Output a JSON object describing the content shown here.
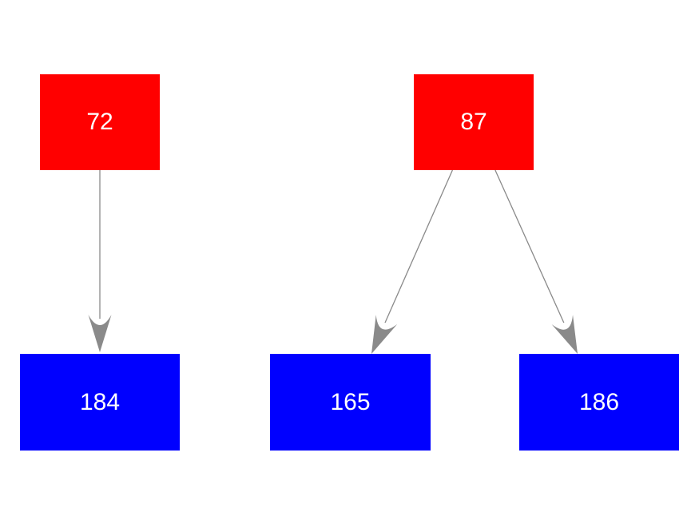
{
  "page": {
    "background": "#ffffff"
  },
  "graph": {
    "type": "tree-diagram",
    "orientation": "top-down",
    "edge_color": "#8a8a8a",
    "node_text_color": "#ffffff",
    "nodes": [
      {
        "label": "72",
        "color": "#ff0000",
        "level": "top"
      },
      {
        "label": "87",
        "color": "#ff0000",
        "level": "top"
      },
      {
        "label": "184",
        "color": "#0000ff",
        "level": "bottom"
      },
      {
        "label": "165",
        "color": "#0000ff",
        "level": "bottom"
      },
      {
        "label": "186",
        "color": "#0000ff",
        "level": "bottom"
      }
    ],
    "edges": [
      {
        "from": "72",
        "to": "184"
      },
      {
        "from": "87",
        "to": "165"
      },
      {
        "from": "87",
        "to": "186"
      }
    ]
  }
}
